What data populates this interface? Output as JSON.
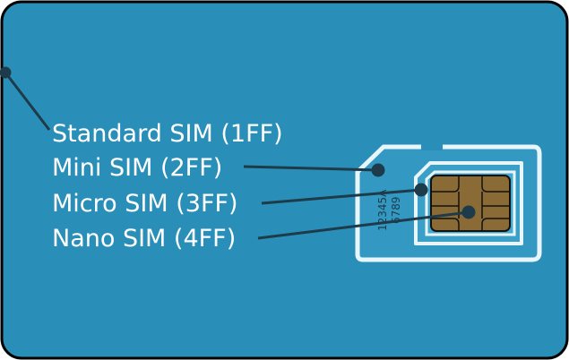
{
  "labels": {
    "standard": "Standard SIM (1FF)",
    "mini": "Mini SIM (2FF)",
    "micro": "Micro SIM (3FF)",
    "nano": "Nano SIM (4FF)"
  },
  "serial": {
    "line1": "12345A",
    "line2": "6789"
  },
  "colors": {
    "card": "#2a8fb8",
    "chip": "#8a6a35",
    "outline": "#e8f6fb",
    "leader": "#1d3b4a"
  }
}
